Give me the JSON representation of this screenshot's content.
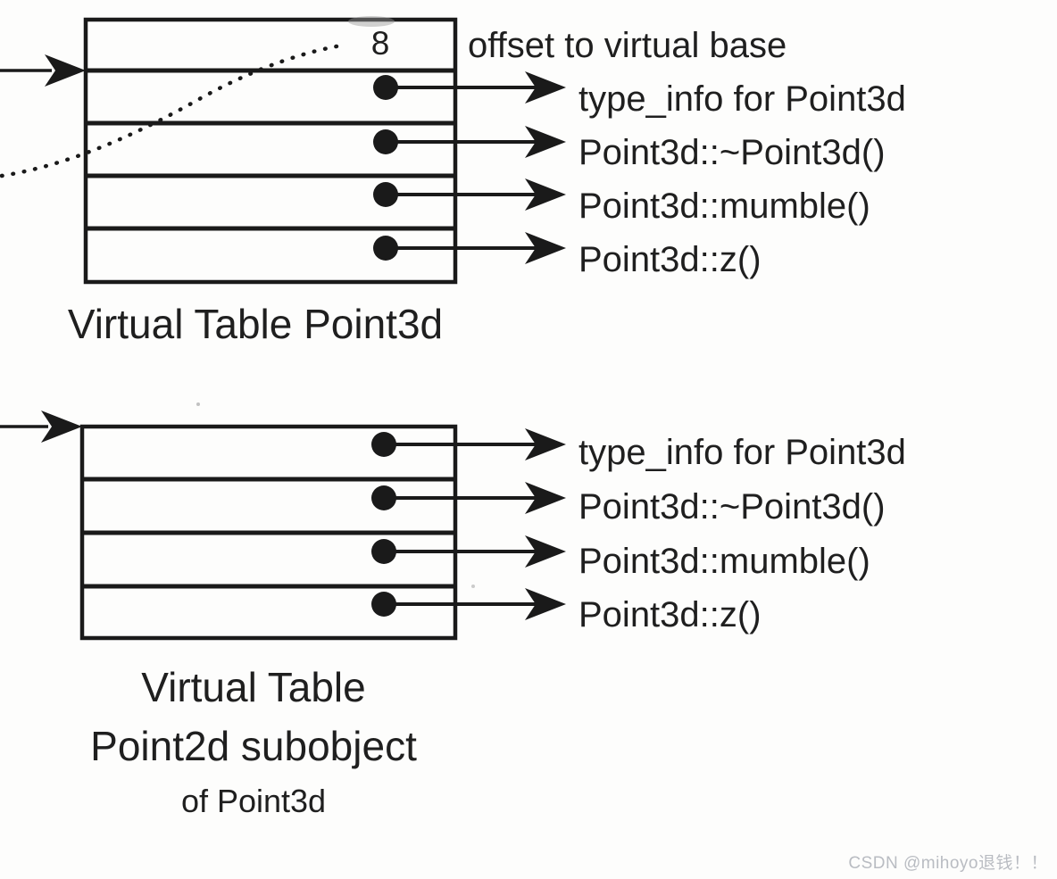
{
  "colors": {
    "ink": "#1a1a1a",
    "text": "#1f1f1f",
    "background": "#fdfdfc",
    "watermark": "#b9bcc2"
  },
  "table1": {
    "offset_value": "8",
    "offset_label": "offset to virtual base",
    "entries": [
      "type_info for Point3d",
      "Point3d::~Point3d()",
      "Point3d::mumble()",
      "Point3d::z()"
    ],
    "caption": "Virtual Table Point3d"
  },
  "table2": {
    "entries": [
      "type_info for Point3d",
      "Point3d::~Point3d()",
      "Point3d::mumble()",
      "Point3d::z()"
    ],
    "caption_line1": "Virtual Table",
    "caption_line2": "Point2d subobject",
    "caption_line3": "of Point3d"
  },
  "watermark": {
    "text": "CSDN @mihoyo退钱！！"
  }
}
